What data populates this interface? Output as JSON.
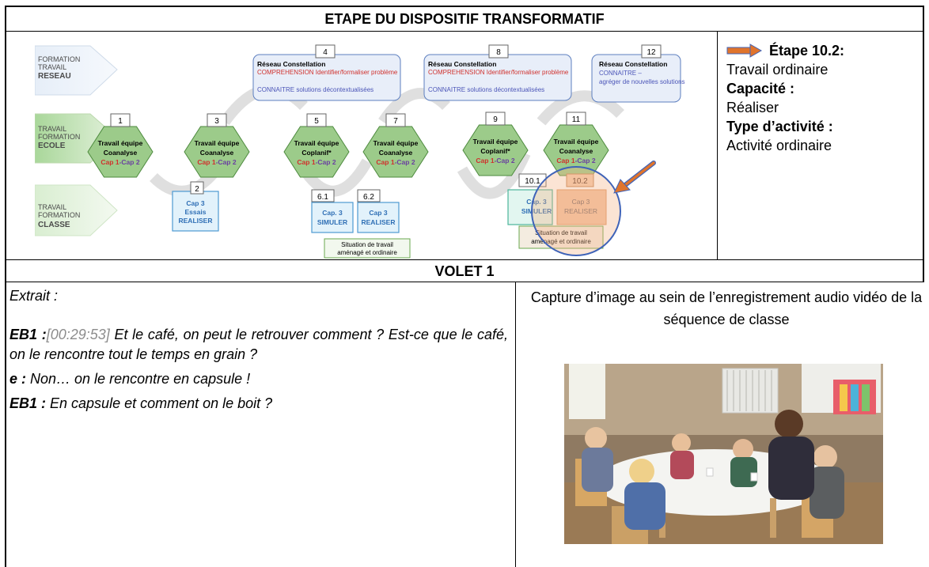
{
  "header": {
    "title": "ETAPE DU DISPOSITIF TRANSFORMATIF"
  },
  "diagram": {
    "lanes": [
      {
        "line1": "FORMATION",
        "line2": "TRAVAIL",
        "line3": "RESEAU"
      },
      {
        "line1": "TRAVAIL",
        "line2": "FORMATION",
        "line3": "ECOLE"
      },
      {
        "line1": "TRAVAIL",
        "line2": "FORMATION",
        "line3": "CLASSE"
      }
    ],
    "hexagons": [
      {
        "num": "1",
        "l1": "Travail équipe",
        "l2": "Coanalyse",
        "cap_a": "Cap 1",
        "cap_b": "-Cap 2"
      },
      {
        "num": "3",
        "l1": "Travail équipe",
        "l2": "Coanalyse",
        "cap_a": "Cap 1",
        "cap_b": "-Cap 2"
      },
      {
        "num": "5",
        "l1": "Travail équipe",
        "l2": "Coplanif*",
        "cap_a": "Cap 1",
        "cap_b": "-Cap 2"
      },
      {
        "num": "7",
        "l1": "Travail équipe",
        "l2": "Coanalyse",
        "cap_a": "Cap 1",
        "cap_b": "-Cap 2"
      },
      {
        "num": "9",
        "l1": "Travail équipe",
        "l2": "Coplanif*",
        "cap_a": "Cap 1",
        "cap_b": "-Cap 2"
      },
      {
        "num": "11",
        "l1": "Travail équipe",
        "l2": "Coanalyse",
        "cap_a": "Cap 1",
        "cap_b": "-Cap 2"
      }
    ],
    "reseau_boxes": [
      {
        "num": "4",
        "title": "Réseau Constellation",
        "red": "COMPREHENSION Identifier/formaliser problème",
        "blue": "CONNAITRE solutions décontextualisées"
      },
      {
        "num": "8",
        "title": "Réseau Constellation",
        "red": "COMPREHENSION Identifier/formaliser problème",
        "blue": "CONNAITRE solutions décontextualisées"
      },
      {
        "num": "12",
        "title": "Réseau Constellation",
        "blue": "CONNAITRE     –",
        "blue2": "agréger de nouvelles solutions"
      }
    ],
    "classe_boxes": [
      {
        "num": "2",
        "l1": "Cap 3",
        "l2": "Essais",
        "l3": "REALISER"
      },
      {
        "num": "6.1",
        "l1": "Cap. 3",
        "l2": "SIMULER"
      },
      {
        "num": "6.2",
        "l1": "Cap 3",
        "l2": "REALISER"
      },
      {
        "num": "10.1",
        "l1": "Cap. 3",
        "l2": "SIMULER"
      },
      {
        "num": "10.2",
        "l1": "Cap 3",
        "l2": "REALISER"
      }
    ],
    "situation": {
      "l1": "Situation de travail",
      "l2": "aménagé et ordinaire"
    }
  },
  "info": {
    "etape": "Étape 10.2:",
    "travail": "Travail ordinaire",
    "capacite_label": "Capacité :",
    "capacite_value": "Réaliser",
    "type_label": "Type d’activité :",
    "type_value": "Activité ordinaire",
    "arrow_color": "#e0742c"
  },
  "volet": {
    "title": "VOLET 1",
    "extract_label": "Extrait :",
    "lines": [
      {
        "speaker": "EB1 :",
        "timestamp": "[00:29:53]",
        "text": " Et le café, on peut le retrouver comment ? Est-ce que le café, on le rencontre tout le temps en grain ?"
      },
      {
        "speaker": "e :",
        "text": " Non… on le rencontre en capsule !"
      },
      {
        "speaker": "EB1 :",
        "text": " En capsule et comment on le boit ?"
      }
    ],
    "capture_caption": "Capture d’image au sein de l’enregistrement audio vidéo de la séquence de classe"
  }
}
